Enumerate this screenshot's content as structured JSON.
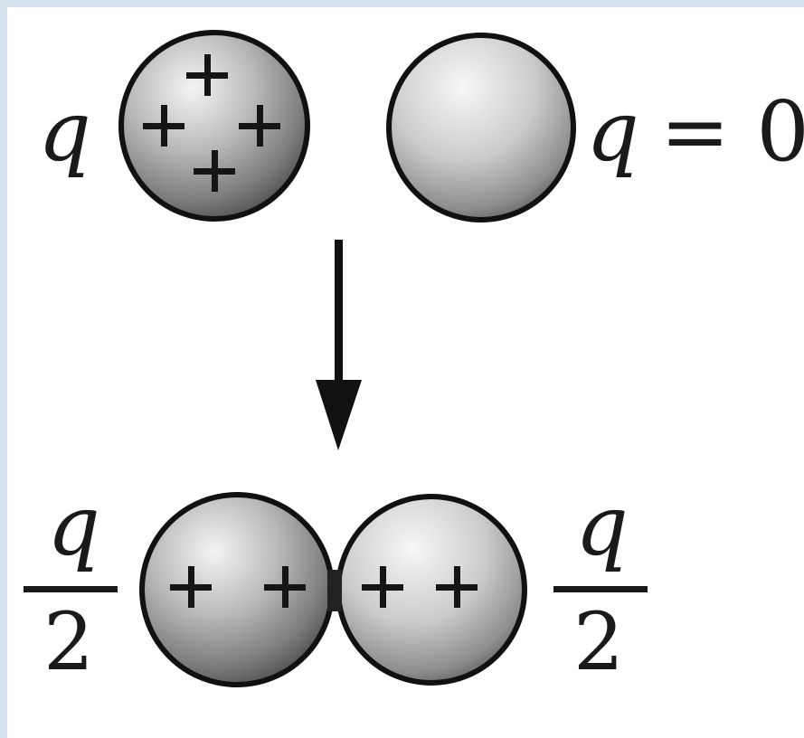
{
  "diagram": {
    "top_row": {
      "left_sphere_label": "q",
      "right_sphere_label_var": "q",
      "right_sphere_label_rest": "= 0"
    },
    "bottom_row": {
      "left_fraction": {
        "numerator": "q",
        "denominator": "2"
      },
      "right_fraction": {
        "numerator": "q",
        "denominator": "2"
      }
    },
    "colors": {
      "background_frame": "#d5e1ec",
      "canvas": "#ffffff",
      "ink": "#1a1a1a",
      "sphere_light": "#f2f2f2",
      "sphere_dark": "#5e5e5e"
    },
    "icons": [
      "charged-sphere-icon",
      "neutral-sphere-icon",
      "down-arrow-icon",
      "plus-sign-icon"
    ]
  }
}
